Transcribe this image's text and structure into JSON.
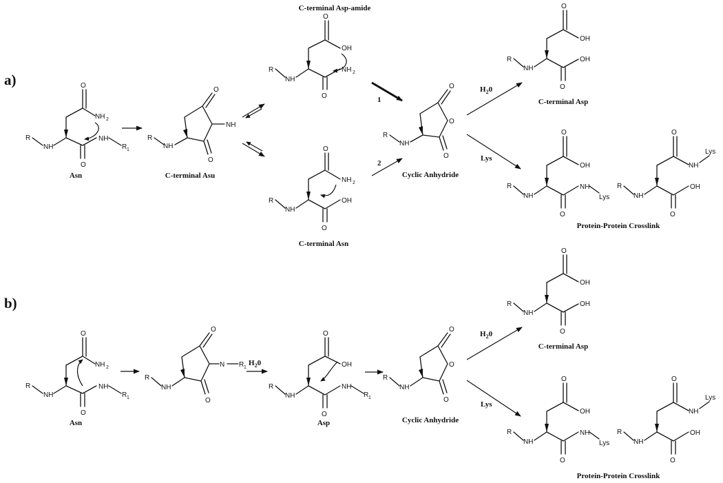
{
  "panels": {
    "a": "a)",
    "b": "b)"
  },
  "atoms": {
    "R": "R",
    "H": "H",
    "O": "O",
    "N": "N",
    "NH": "NH",
    "OH": "OH",
    "R1": "R",
    "one": "1",
    "NH2": "NH",
    "two": "2",
    "Lys": "Lys"
  },
  "captions": {
    "asn": "Asn",
    "c_terminal_asu": "C-terminal Asu",
    "c_terminal_asp_amide": "C-terminal Asp-amide",
    "c_terminal_asn": "C-terminal Asn",
    "cyclic_anhydride": "Cyclic Anhydride",
    "c_terminal_asp": "C-terminal Asp",
    "crosslink": "Protein-Protein Crosslink",
    "asp": "Asp"
  },
  "reagents": {
    "h2o": "H",
    "h2o_sub": "2",
    "h2o_tail": "0",
    "lys": "Lys",
    "path1": "1",
    "path2": "2"
  }
}
